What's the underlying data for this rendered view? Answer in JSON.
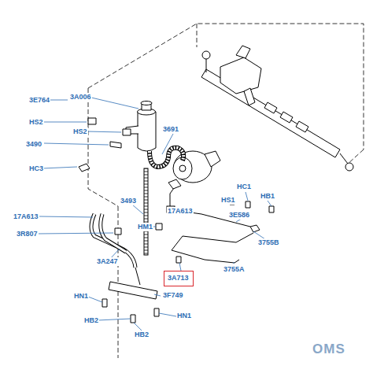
{
  "diagram": {
    "nodes": [
      {
        "text": [
          "3A713"
        ]
      }
    ],
    "labels": [
      "3E764",
      "3A006",
      "HS2",
      "HS2",
      "3490",
      "HC3",
      "3493",
      "17A613",
      "3R807",
      "3A247",
      "3691",
      "17A613",
      "3E586",
      "HS1",
      "HC1",
      "HB1",
      "HM1",
      "3755B",
      "3755A",
      "3F749",
      "HN1",
      "HB2",
      "HN1",
      "HB2",
      "OMS"
    ]
  }
}
